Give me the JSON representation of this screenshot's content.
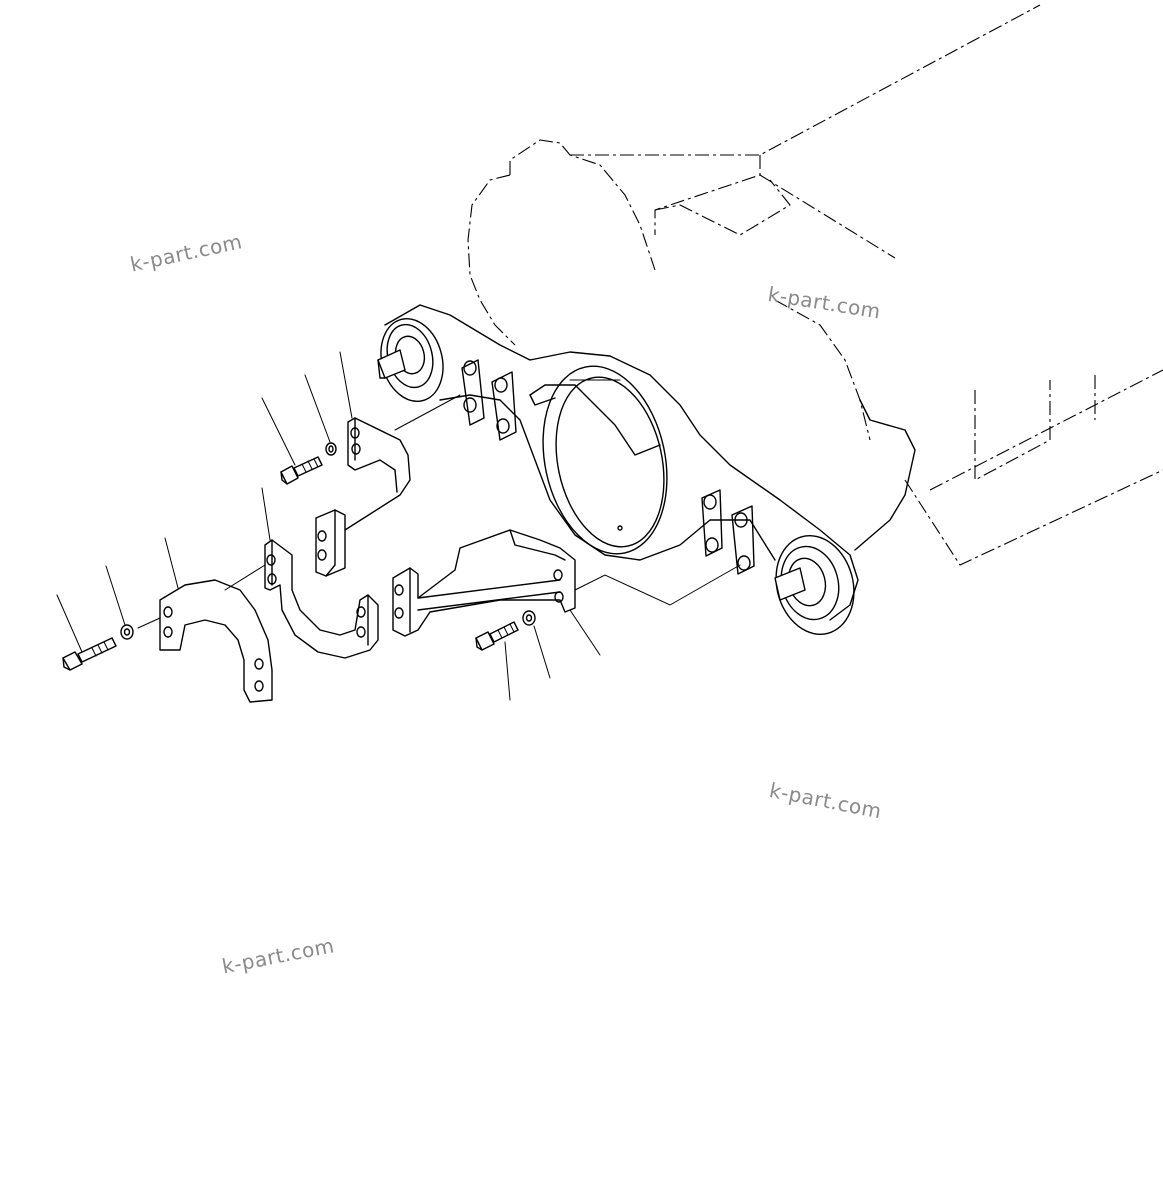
{
  "watermarks": [
    {
      "text": "k-part.com"
    },
    {
      "text": "k-part.com"
    },
    {
      "text": "k-part.com"
    },
    {
      "text": "k-part.com"
    }
  ],
  "colors": {
    "line": "#000000",
    "background": "#ffffff",
    "watermark": "#8a8a8a"
  }
}
